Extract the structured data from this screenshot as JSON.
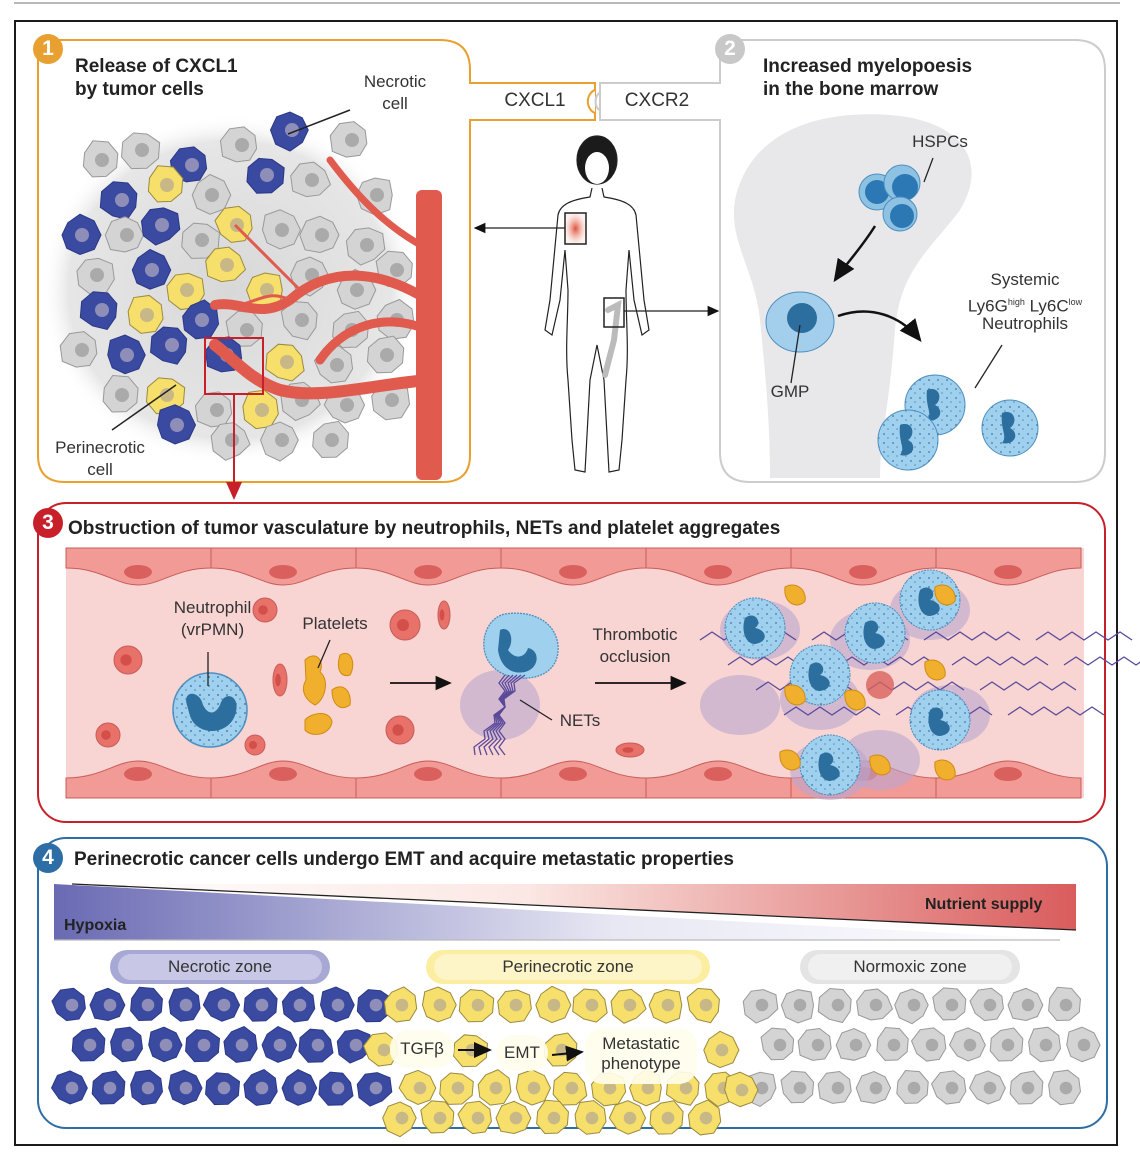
{
  "figure": {
    "panels": [
      {
        "number": "1",
        "title_line1": "Release of CXCL1",
        "title_line2": "by tumor cells",
        "labels": {
          "necrotic_line1": "Necrotic",
          "necrotic_line2": "cell",
          "perinecrotic_line1": "Perinecrotic",
          "perinecrotic_line2": "cell"
        },
        "color": "#e8a030"
      },
      {
        "number": "2",
        "title_line1": "Increased myelopoesis",
        "title_line2": "in the bone marrow",
        "labels": {
          "hspcs": "HSPCs",
          "gmp": "GMP",
          "neutrophils_line1": "Systemic",
          "neutrophils_line2_a": "Ly6G",
          "neutrophils_line2_a_sup": "high",
          "neutrophils_line2_b": " Ly6C",
          "neutrophils_line2_b_sup": "low",
          "neutrophils_line3": "Neutrophils"
        },
        "color": "#c8c8c8"
      },
      {
        "number": "3",
        "title": "Obstruction of tumor vasculature by neutrophils, NETs and platelet aggregates",
        "labels": {
          "neutrophil_line1": "Neutrophil",
          "neutrophil_line2": "(vrPMN)",
          "platelets": "Platelets",
          "nets": "NETs",
          "thrombotic_line1": "Thrombotic",
          "thrombotic_line2": "occlusion"
        },
        "color": "#c8202a"
      },
      {
        "number": "4",
        "title": "Perinecrotic cancer cells undergo EMT and acquire metastatic properties",
        "gradient": {
          "hypoxia": "Hypoxia",
          "nutrient_supply": "Nutrient supply",
          "hypoxia_color": "#6a6ab4",
          "nutrient_color": "#d95c5c"
        },
        "zones": [
          "Necrotic zone",
          "Perinecrotic zone",
          "Normoxic zone"
        ],
        "pathway": [
          "TGFβ",
          "EMT",
          "Metastatic",
          "phenotype"
        ],
        "color": "#2e6ea6"
      }
    ],
    "connector": {
      "ligand": "CXCL1",
      "receptor": "CXCR2"
    }
  }
}
